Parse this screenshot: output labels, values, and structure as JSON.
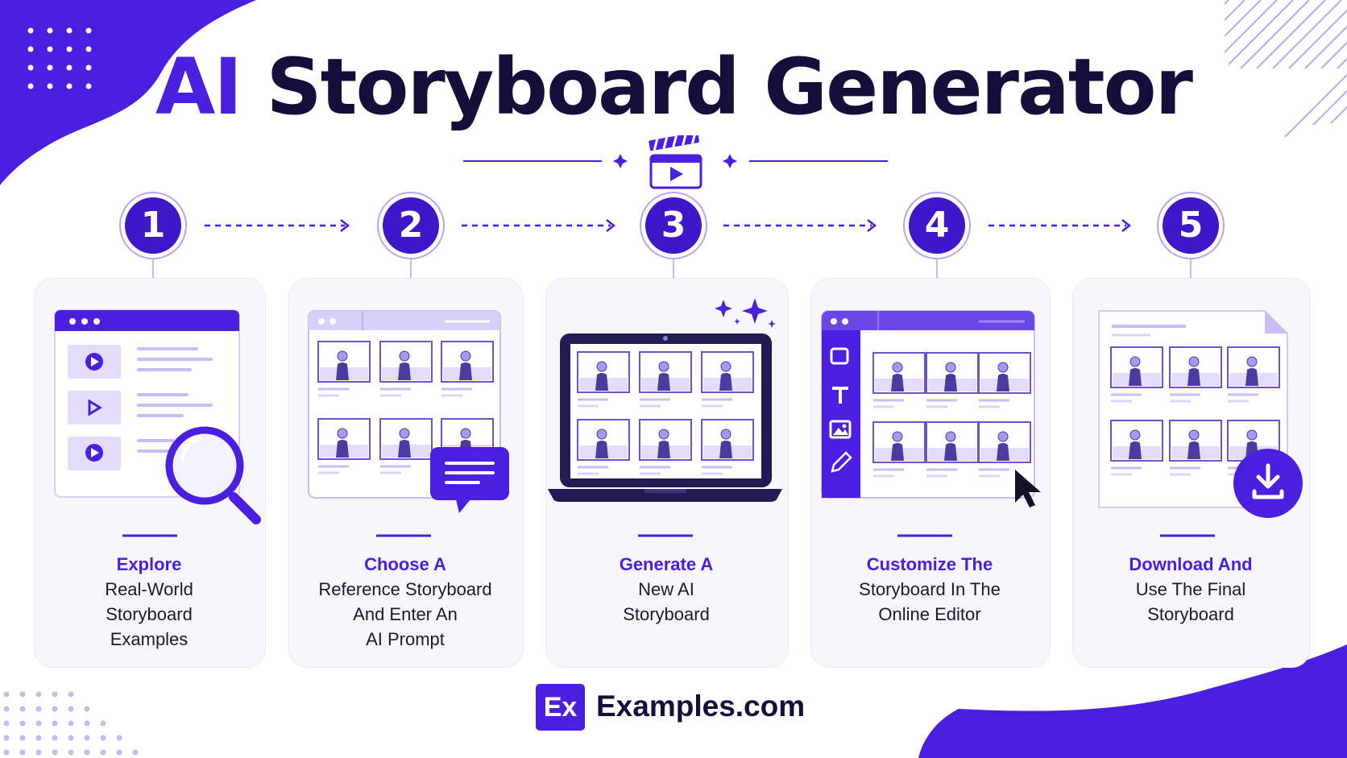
{
  "title": {
    "accent": "AI",
    "rest": "Storyboard Generator"
  },
  "steps": [
    {
      "number": "1",
      "title": "Explore",
      "description": "Real-World\nStoryboard\nExamples",
      "illustration": "browser-with-magnifier"
    },
    {
      "number": "2",
      "title": "Choose A",
      "description": "Reference Storyboard\nAnd Enter An\nAI Prompt",
      "illustration": "storyboard-with-chat-bubble"
    },
    {
      "number": "3",
      "title": "Generate A",
      "description": "New AI\nStoryboard",
      "illustration": "laptop-with-sparkles"
    },
    {
      "number": "4",
      "title": "Customize The",
      "description": "Storyboard In The\nOnline Editor",
      "illustration": "editor-with-cursor"
    },
    {
      "number": "5",
      "title": "Download And",
      "description": "Use The Final\nStoryboard",
      "illustration": "document-with-download"
    }
  ],
  "brand": {
    "mark": "Ex",
    "name": "Examples.com"
  },
  "icons": [
    "clapperboard-icon",
    "sparkle-icon",
    "magnifier-icon",
    "play-icon",
    "chat-bubble-icon",
    "sparkles-icon",
    "cursor-icon",
    "download-icon"
  ],
  "colors": {
    "accent": "#4a1fe0",
    "dark": "#140f3a",
    "card": "#f7f6fc",
    "light_purple": "#c9bdf6"
  }
}
